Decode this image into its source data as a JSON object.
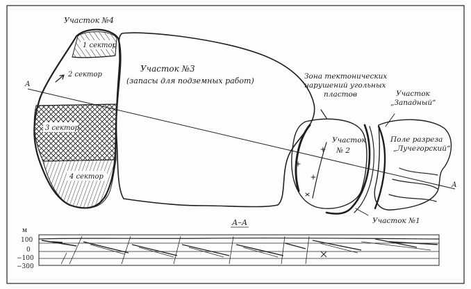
{
  "labels": {
    "uchastok4": "Участок №4",
    "sector1": "1 сектор",
    "sector2": "2 сектор",
    "sector3": "3 сектор",
    "sector4": "4 сектор",
    "uchastok3": "Участок №3",
    "uchastok3_note": "(запасы для подземных работ)",
    "zone_line1": "Зона тектонических",
    "zone_line2": "нарушений угольных",
    "zone_line3": "пластов",
    "zapadny_line1": "Участок",
    "zapadny_line2": "„Западный“",
    "uchastok2_line1": "Участок",
    "uchastok2_line2": "№ 2",
    "pole_line1": "Поле разреза",
    "pole_line2": "„Лучегорский“",
    "uchastok1": "Участок №1",
    "section_a_left": "А",
    "section_a_right": "А",
    "section_title": "А–А"
  },
  "profile_axis": {
    "unit": "м",
    "ticks": [
      "100",
      "0",
      "−100",
      "−300"
    ]
  },
  "colors": {
    "ink": "#1f1f1f",
    "paper": "#fdfdfc"
  }
}
